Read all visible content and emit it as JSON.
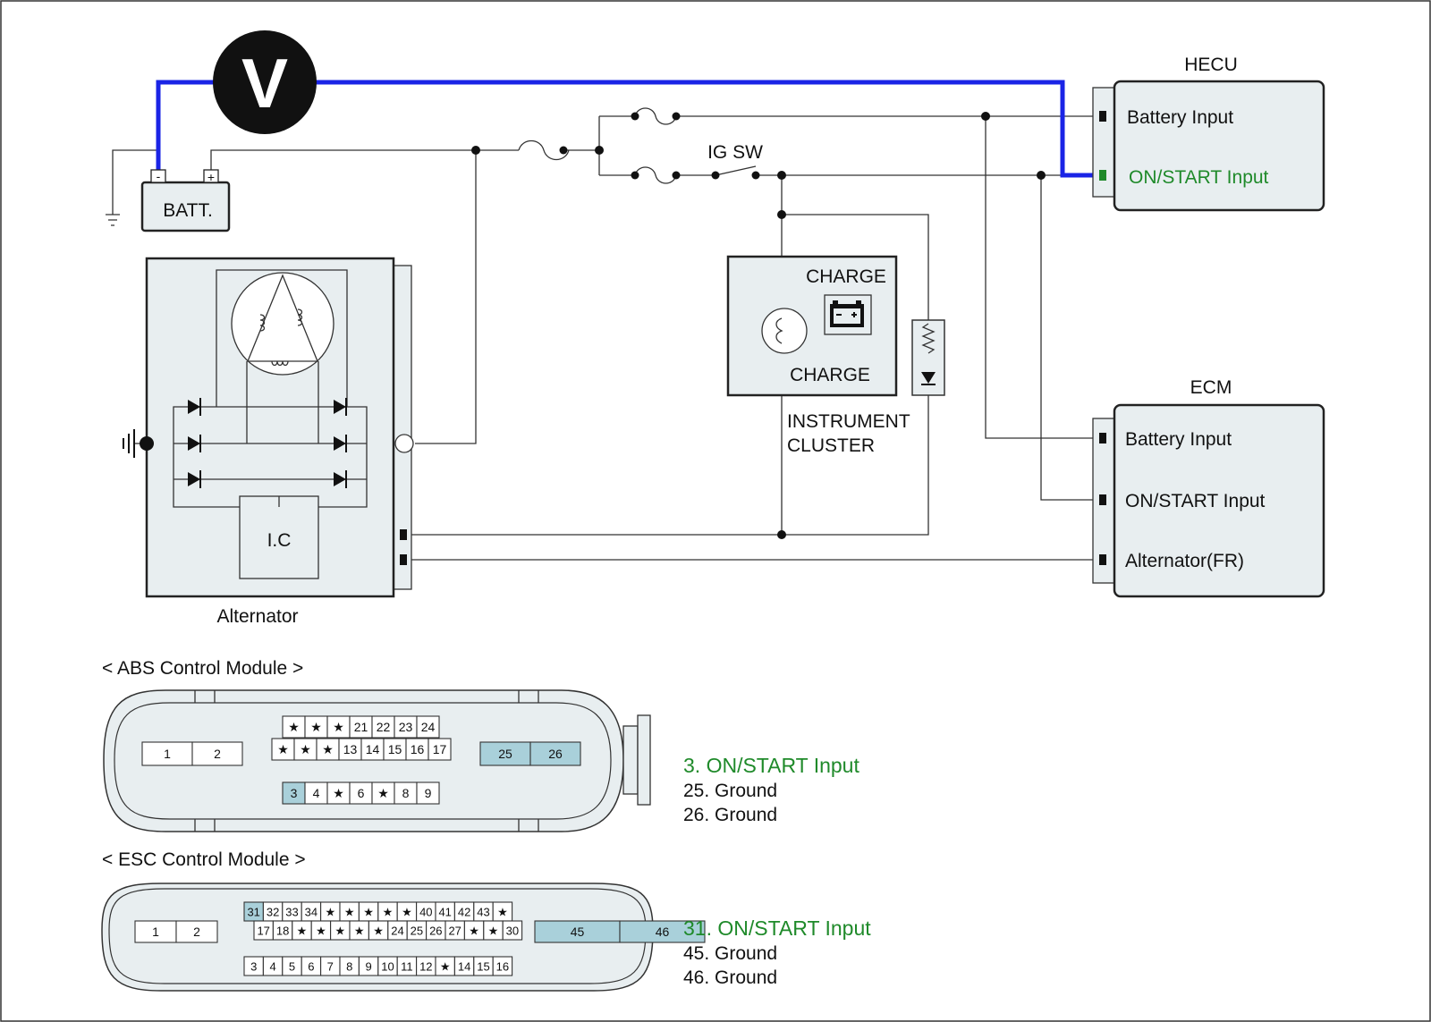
{
  "meter": {
    "symbol": "V"
  },
  "battery": {
    "label": "BATT.",
    "minus": "-",
    "plus": "+"
  },
  "switch": {
    "label": "IG SW"
  },
  "hecu": {
    "title": "HECU",
    "pins": [
      "Battery Input",
      "ON/START Input"
    ]
  },
  "ecm": {
    "title": "ECM",
    "pins": [
      "Battery Input",
      "ON/START Input",
      "Alternator(FR)"
    ]
  },
  "cluster": {
    "label_top": "CHARGE",
    "label_bottom": "CHARGE",
    "caption_line1": "INSTRUMENT",
    "caption_line2": "CLUSTER"
  },
  "alternator": {
    "label": "Alternator",
    "ic_label": "I.C"
  },
  "abs": {
    "title": "< ABS Control Module >",
    "left_pins": [
      "1",
      "2"
    ],
    "row1": [
      "*",
      "*",
      "*",
      "21",
      "22",
      "23",
      "24"
    ],
    "row2": [
      "*",
      "*",
      "*",
      "13",
      "14",
      "15",
      "16",
      "17"
    ],
    "row3": [
      "3",
      "4",
      "*",
      "6",
      "*",
      "8",
      "9"
    ],
    "right_pins": [
      "25",
      "26"
    ],
    "legend": [
      {
        "text": "3. ON/START Input",
        "highlight": true
      },
      {
        "text": "25. Ground",
        "highlight": false
      },
      {
        "text": "26. Ground",
        "highlight": false
      }
    ]
  },
  "esc": {
    "title": "< ESC Control Module >",
    "left_pins": [
      "1",
      "2"
    ],
    "row1": [
      "31",
      "32",
      "33",
      "34",
      "*",
      "*",
      "*",
      "*",
      "*",
      "40",
      "41",
      "42",
      "43",
      "*"
    ],
    "row2": [
      "17",
      "18",
      "*",
      "*",
      "*",
      "*",
      "*",
      "24",
      "25",
      "26",
      "27",
      "*",
      "*",
      "30"
    ],
    "row3": [
      "3",
      "4",
      "5",
      "6",
      "7",
      "8",
      "9",
      "10",
      "11",
      "12",
      "*",
      "14",
      "15",
      "16"
    ],
    "right_pins": [
      "45",
      "46"
    ],
    "legend": [
      {
        "text": "31. ON/START Input",
        "highlight": true
      },
      {
        "text": "45. Ground",
        "highlight": false
      },
      {
        "text": "46. Ground",
        "highlight": false
      }
    ]
  },
  "colors": {
    "probe_wire": "#1a24e6",
    "highlight_text": "#1f8a2a",
    "highlight_pin": "#a9d0da",
    "panel": "#e8eef0"
  }
}
